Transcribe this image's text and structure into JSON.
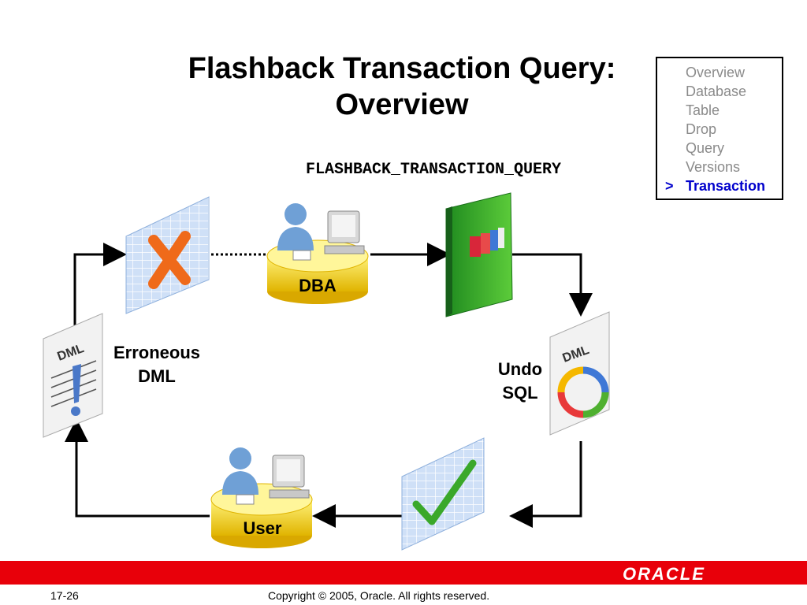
{
  "title": {
    "line1": "Flashback Transaction Query:",
    "line2": "Overview"
  },
  "view_name": "FLASHBACK_TRANSACTION_QUERY",
  "nav": {
    "items": [
      "Overview",
      "Database",
      "Table",
      "Drop",
      "Query",
      "Versions",
      "Transaction"
    ],
    "active_marker": ">"
  },
  "diagram": {
    "dba_label": "DBA",
    "user_label": "User",
    "erroneous": {
      "line1": "Erroneous",
      "line2": "DML"
    },
    "undo": {
      "line1": "Undo",
      "line2": "SQL"
    },
    "dml_doc_label": "DML"
  },
  "footer": {
    "page": "17-26",
    "copyright": "Copyright © 2005, Oracle.  All rights reserved.",
    "brand": "ORACLE"
  },
  "colors": {
    "accent_red": "#e8000a",
    "nav_active": "#0000cc",
    "nav_inactive": "#8a8a8a",
    "book_green": "#3aaa2a",
    "disk_yellow": "#f0c800"
  }
}
